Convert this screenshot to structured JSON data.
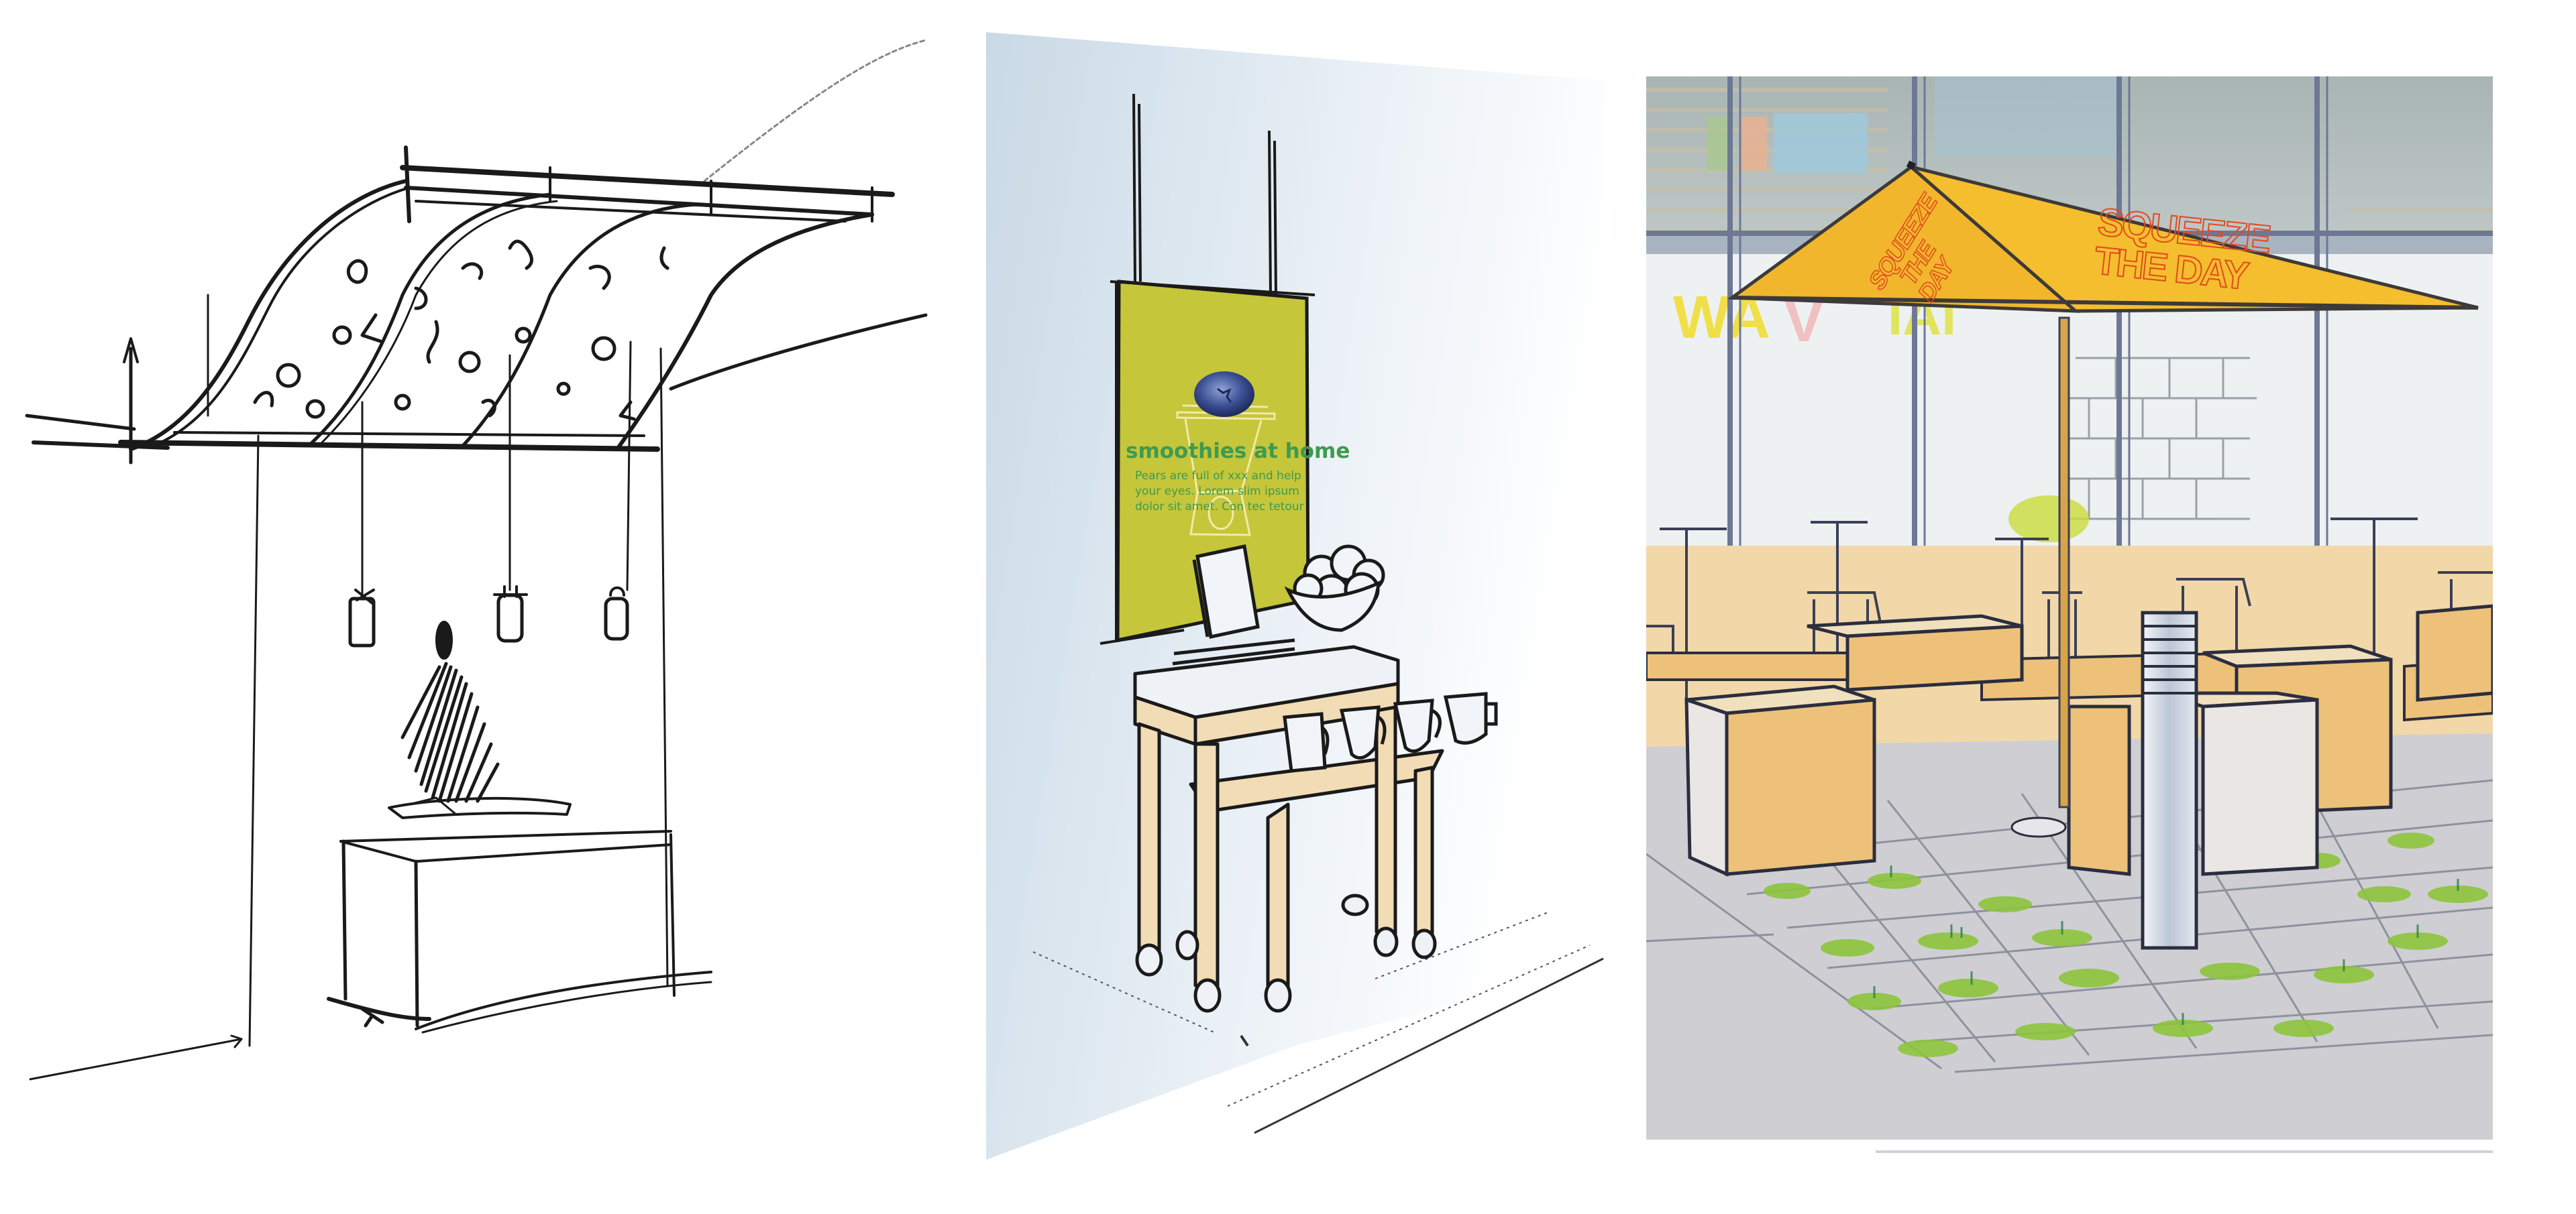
{
  "composition": {
    "title": "Retail display concept sketches",
    "panel_count": 3
  },
  "panels": [
    {
      "id": "left",
      "style": "black ink line sketch",
      "subject": "Curved patterned ceiling canopy with three hanging pendant lights over a rectangular counter with a shaded figure"
    },
    {
      "id": "middle",
      "style": "ink sketch with light marker color",
      "subject": "Wheeled wooden display table with tablet stand, fruit bowl and mugs in front of a hanging green poster",
      "poster": {
        "title": "smoothies at home",
        "body_lines": [
          "Pears are full of xxx and help",
          "your eyes. Lorem slim ipsum",
          "dolor sit amet. Con tec tetour"
        ],
        "background_color": "#c5c63a",
        "text_color": "#3f9a4f",
        "graphic": "blueberry atop blender outline"
      },
      "items": {
        "mugs": 4,
        "fruit_in_bowl": 6,
        "casters": 6
      }
    },
    {
      "id": "right",
      "style": "colored marker rendering",
      "subject": "Cafe seating area with yellow market umbrella, wooden booths, central column and grass-patch floor tiles",
      "umbrella": {
        "text_front": "SQUEEZE THE DAY",
        "text_side": "SQUEEZE THE DAY",
        "canopy_color": "#f4be2e",
        "text_color": "#e04a1f"
      }
    }
  ],
  "colors": {
    "ink": "#1a1a1a",
    "wall_blue": "#d6e2ec",
    "wood": "#f2dcb6",
    "booth_wood": "#eec17a",
    "floor_gray": "#cfcfd3",
    "grass": "#8cc43c"
  }
}
